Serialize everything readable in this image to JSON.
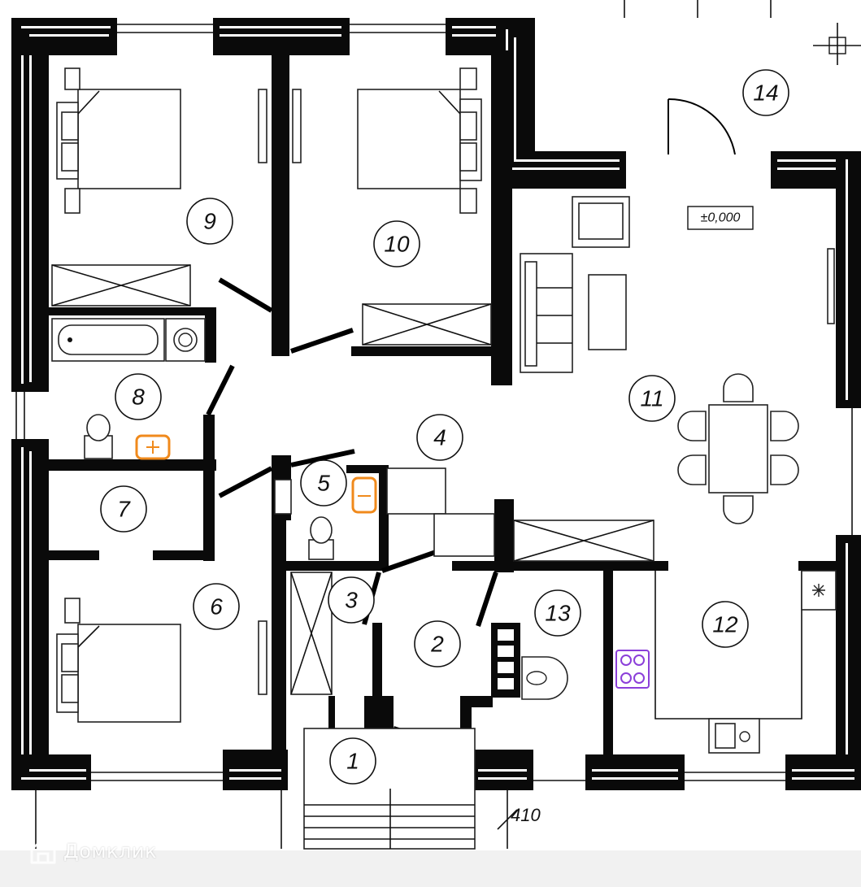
{
  "rooms": [
    {
      "id": "1",
      "label": "1"
    },
    {
      "id": "2",
      "label": "2"
    },
    {
      "id": "3",
      "label": "3"
    },
    {
      "id": "4",
      "label": "4"
    },
    {
      "id": "5",
      "label": "5"
    },
    {
      "id": "6",
      "label": "6"
    },
    {
      "id": "7",
      "label": "7"
    },
    {
      "id": "8",
      "label": "8"
    },
    {
      "id": "9",
      "label": "9"
    },
    {
      "id": "10",
      "label": "10"
    },
    {
      "id": "11",
      "label": "11"
    },
    {
      "id": "12",
      "label": "12"
    },
    {
      "id": "13",
      "label": "13"
    },
    {
      "id": "14",
      "label": "14"
    }
  ],
  "level_mark": "±0,000",
  "dimension": "410",
  "watermark": "Домклик",
  "colors": {
    "walls": "#0a0a0a",
    "sink_accent": "#f08a1c",
    "stove_accent": "#8b3fd9",
    "background": "#ffffff"
  }
}
